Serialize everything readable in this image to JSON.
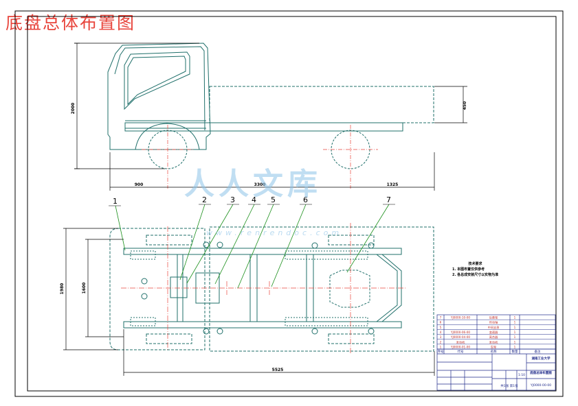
{
  "title": "底盘总体布置图",
  "watermark": {
    "text": "人人文库",
    "url": "www.renrendoc.com"
  },
  "dimensions": {
    "front_overhang": "900",
    "wheelbase": "3300",
    "rear_overhang": "1325",
    "cab_height": "2000",
    "body_height": "450",
    "frame_width_outer": "1980",
    "frame_width_inner": "1600",
    "overall_length": "5525"
  },
  "callouts": [
    "1",
    "2",
    "3",
    "4",
    "5",
    "6",
    "7"
  ],
  "technical_notes": {
    "heading": "技术要求",
    "items": [
      "1. 本图布置仅供参考",
      "2. 各总成安装尺寸以实物为准"
    ]
  },
  "title_block": {
    "parts": [
      {
        "no": "7",
        "code": "YJ0000-10-00",
        "name": "后悬架",
        "qty": "1"
      },
      {
        "no": "6",
        "code": "",
        "name": "传动轴",
        "qty": "1"
      },
      {
        "no": "5",
        "code": "",
        "name": "中间支承",
        "qty": "1"
      },
      {
        "no": "4",
        "code": "YJ0000-06-00",
        "name": "变速器",
        "qty": "1"
      },
      {
        "no": "3",
        "code": "YJ0000-04-00",
        "name": "离合器",
        "qty": "1"
      },
      {
        "no": "2",
        "code": "发动机",
        "name": "发动机",
        "qty": "1"
      },
      {
        "no": "1",
        "code": "YJ0000-01-00",
        "name": "车架",
        "qty": "1"
      }
    ],
    "header": {
      "no": "序号",
      "code": "代号",
      "name": "名称",
      "qty": "数量",
      "note": "备注"
    },
    "school": "湖南工业大学",
    "drawing_name": "底盘总体布置图",
    "drawing_code": "YJ0000-00-00",
    "scale": "1:10",
    "sheet": "共1张 第1张"
  }
}
